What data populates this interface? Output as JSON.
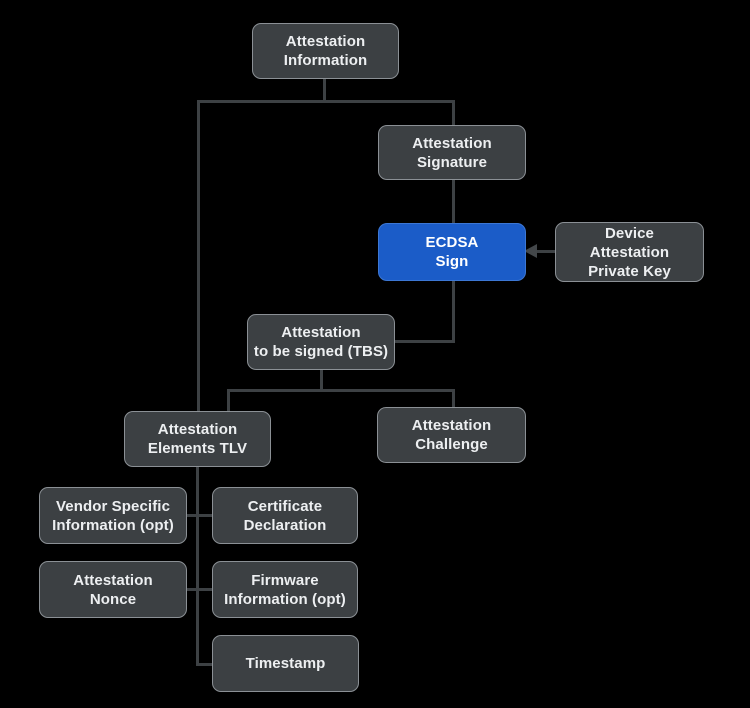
{
  "diagram": {
    "type": "flowchart",
    "background_color": "#000000",
    "colors": {
      "node_fill": "#3c4043",
      "node_border": "#8b9095",
      "node_text": "#edeff1",
      "primary_node_fill": "#1b5cc8",
      "primary_node_text": "#ffffff",
      "connector": "#3d4144"
    },
    "nodes": [
      {
        "id": "attestation-information",
        "label": "Attestation\nInformation",
        "variant": "default"
      },
      {
        "id": "attestation-signature",
        "label": "Attestation\nSignature",
        "variant": "default"
      },
      {
        "id": "ecdsa-sign",
        "label": "ECDSA\nSign",
        "variant": "primary"
      },
      {
        "id": "device-attestation-private-key",
        "label": "Device\nAttestation\nPrivate Key",
        "variant": "default"
      },
      {
        "id": "attestation-tbs",
        "label": "Attestation\nto be signed (TBS)",
        "variant": "default"
      },
      {
        "id": "attestation-elements-tlv",
        "label": "Attestation\nElements TLV",
        "variant": "default"
      },
      {
        "id": "attestation-challenge",
        "label": "Attestation\nChallenge",
        "variant": "default"
      },
      {
        "id": "vendor-specific-information",
        "label": "Vendor Specific\nInformation (opt)",
        "variant": "default"
      },
      {
        "id": "certificate-declaration",
        "label": "Certificate\nDeclaration",
        "variant": "default"
      },
      {
        "id": "attestation-nonce",
        "label": "Attestation\nNonce",
        "variant": "default"
      },
      {
        "id": "firmware-information",
        "label": "Firmware\nInformation (opt)",
        "variant": "default"
      },
      {
        "id": "timestamp",
        "label": "Timestamp",
        "variant": "default"
      }
    ],
    "edges": [
      {
        "from": "attestation-information",
        "to": "attestation-signature",
        "style": "elbow"
      },
      {
        "from": "attestation-information",
        "to": "attestation-elements-tlv",
        "style": "elbow"
      },
      {
        "from": "attestation-signature",
        "to": "ecdsa-sign",
        "style": "straight"
      },
      {
        "from": "device-attestation-private-key",
        "to": "ecdsa-sign",
        "style": "arrow-left"
      },
      {
        "from": "ecdsa-sign",
        "to": "attestation-tbs",
        "style": "elbow"
      },
      {
        "from": "attestation-tbs",
        "to": "attestation-elements-tlv",
        "style": "elbow"
      },
      {
        "from": "attestation-tbs",
        "to": "attestation-challenge",
        "style": "elbow"
      },
      {
        "from": "attestation-elements-tlv",
        "to": "vendor-specific-information",
        "style": "stub"
      },
      {
        "from": "attestation-elements-tlv",
        "to": "certificate-declaration",
        "style": "stub"
      },
      {
        "from": "attestation-elements-tlv",
        "to": "attestation-nonce",
        "style": "stub"
      },
      {
        "from": "attestation-elements-tlv",
        "to": "firmware-information",
        "style": "stub"
      },
      {
        "from": "attestation-elements-tlv",
        "to": "timestamp",
        "style": "elbow"
      }
    ]
  }
}
